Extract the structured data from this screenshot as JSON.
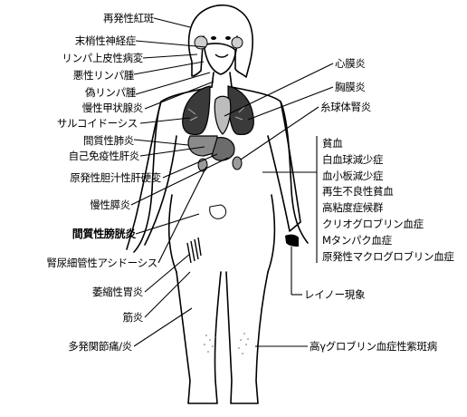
{
  "labels_left": [
    {
      "key": "relapsing_erythema",
      "text": "再発性紅斑"
    },
    {
      "key": "peripheral_neuropathy",
      "text": "末梢性神経症"
    },
    {
      "key": "lymphoepithelial_lesion",
      "text": "リンパ上皮性病変"
    },
    {
      "key": "malignant_lymphoma",
      "text": "悪性リンパ腫"
    },
    {
      "key": "pseudolymphoma",
      "text": "偽リンパ腫"
    },
    {
      "key": "chronic_thyroiditis",
      "text": "慢性甲状腺炎"
    },
    {
      "key": "sarcoidosis",
      "text": "サルコイドーシス"
    },
    {
      "key": "interstitial_pneumonia",
      "text": "間質性肺炎"
    },
    {
      "key": "autoimmune_hepatitis",
      "text": "自己免疫性肝炎"
    },
    {
      "key": "primary_biliary_cirrhosis",
      "text": "原発性胆汁性肝硬変"
    },
    {
      "key": "chronic_pancreatitis",
      "text": "慢性膵炎"
    },
    {
      "key": "interstitial_cystitis",
      "text": "間質性膀胱炎"
    },
    {
      "key": "renal_tubular_acidosis",
      "text": "腎尿細管性アシドーシス"
    },
    {
      "key": "atrophic_gastritis",
      "text": "萎縮性胃炎"
    },
    {
      "key": "myositis",
      "text": "筋炎"
    },
    {
      "key": "polyarthralgia",
      "text": "多発関節痛/炎"
    }
  ],
  "labels_right": [
    {
      "key": "pericarditis",
      "text": "心膜炎"
    },
    {
      "key": "pleuritis",
      "text": "胸膜炎"
    },
    {
      "key": "glomerulonephritis",
      "text": "糸球体腎炎"
    }
  ],
  "blood_disorders": [
    "貧血",
    "白血球減少症",
    "血小板減少症",
    "再生不良性貧血",
    "高粘度症候群",
    "クリオグロブリン血症",
    "Mタンパク血症",
    "原発性マクログロブリン血症"
  ],
  "raynaud": "レイノー現象",
  "purpura": "高γグロブリン血症性紫斑病"
}
